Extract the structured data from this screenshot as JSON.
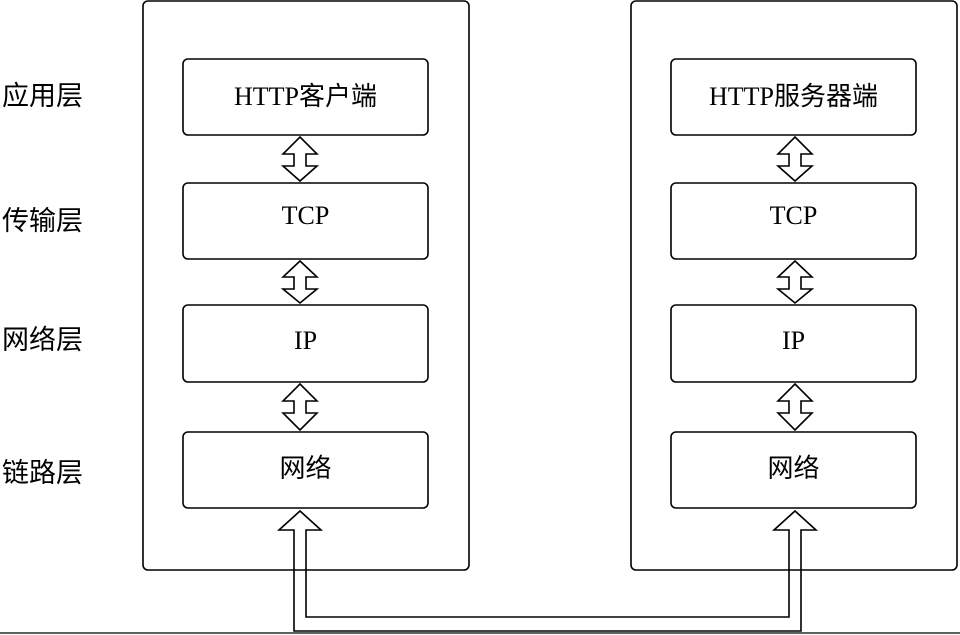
{
  "layers": [
    {
      "name": "应用层"
    },
    {
      "name": "传输层"
    },
    {
      "name": "网络层"
    },
    {
      "name": "链路层"
    }
  ],
  "client_stack": [
    "HTTP客户端",
    "TCP",
    "IP",
    "网络"
  ],
  "server_stack": [
    "HTTP服务器端",
    "TCP",
    "IP",
    "网络"
  ]
}
